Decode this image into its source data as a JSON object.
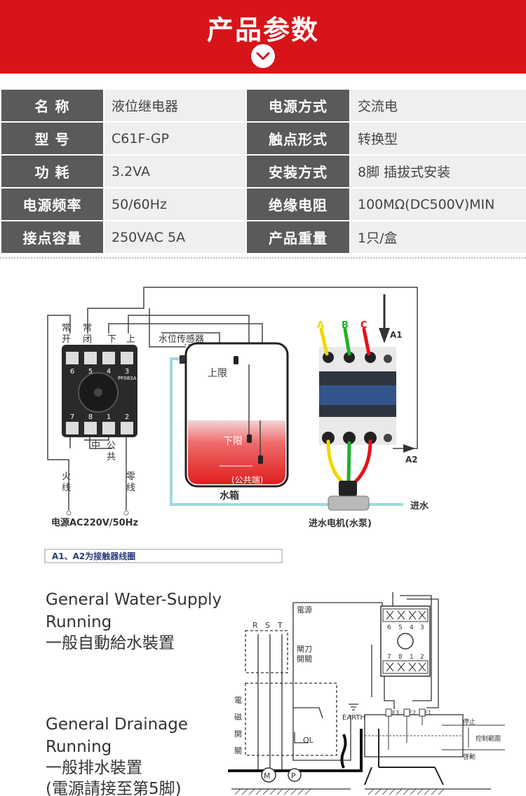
{
  "header": {
    "title": "产品参数",
    "chevron_icon": "chevron-down-icon",
    "color": "#d7141a"
  },
  "specs": [
    {
      "k1": "名  称",
      "v1": "液位继电器",
      "k2": "电源方式",
      "v2": "交流电"
    },
    {
      "k1": "型  号",
      "v1": "C61F-GP",
      "k2": "触点形式",
      "v2": "转换型"
    },
    {
      "k1": "功  耗",
      "v1": "3.2VA",
      "k2": "安装方式",
      "v2": "8脚 插拔式安装"
    },
    {
      "k1": "电源频率",
      "v1": "50/60Hz",
      "k2": "绝缘电阻",
      "v2": "100MΩ(DC500V)MIN"
    },
    {
      "k1": "接点容量",
      "v1": "250VAC 5A",
      "k2": "产品重量",
      "v2": "1只/盒"
    }
  ],
  "wiring": {
    "nc_open": "常开",
    "nc_close": "常闭",
    "lower": "下",
    "upper": "上",
    "pins_top": [
      "6",
      "5",
      "4",
      "3"
    ],
    "pins_bottom": [
      "7",
      "8",
      "1",
      "2"
    ],
    "model_tag": "PF083A",
    "middle": "中",
    "common": "公共",
    "fire": "火线",
    "neutral": "零线",
    "power": "电源AC220V/50Hz",
    "sensor": "水位传感器",
    "upper_limit": "上限",
    "lower_limit": "下限",
    "common_end": "(公共端)",
    "tank": "水箱",
    "phases": [
      "A",
      "B",
      "C"
    ],
    "a1": "A1",
    "a2": "A2",
    "inlet": "进水",
    "pump": "进水电机(水泵)",
    "note": "A1、A2为接触器线圈"
  },
  "schematic": {
    "supply_en_1": "General Water-Supply",
    "supply_en_2": "Running",
    "supply_cn": "一般自動給水裝置",
    "drain_en_1": "General Drainage",
    "drain_en_2": "Running",
    "drain_cn": "一般排水裝置",
    "drain_note": "(電源請接至第5脚)",
    "power": "電源",
    "rst": [
      "R",
      "S",
      "T"
    ],
    "knife_1": "閘刀",
    "knife_2": "開關",
    "mag": [
      "電",
      "磁",
      "開",
      "關"
    ],
    "ol": "OL",
    "earth": "EARTH",
    "relay_top": [
      "6",
      "5",
      "4",
      "3"
    ],
    "relay_bottom": [
      "7",
      "8",
      "1",
      "2"
    ],
    "electrodes": [
      "E3",
      "E2",
      "E1"
    ],
    "stop": "停止",
    "range": "控制範圍",
    "start": "啓動",
    "motor": "M",
    "pump": "P"
  }
}
